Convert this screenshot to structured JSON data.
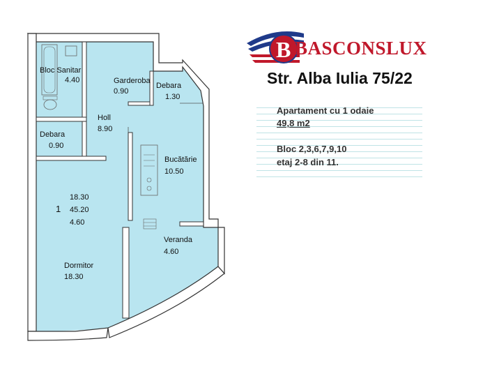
{
  "brand": {
    "name": "BASCONSLUX",
    "initial": "B",
    "color": "#c0182b",
    "accent": "#1f3a8a"
  },
  "address": "Str. Alba Iulia 75/22",
  "info": {
    "apartment_type": "Apartament cu 1 odaie",
    "total_area": "49,8 m2",
    "blocks": "Bloc 2,3,6,7,9,10",
    "floors": "etaj 2-8 din 11."
  },
  "rooms": {
    "bloc_sanitar": {
      "label": "Bloc Sanitar",
      "area": "4.40"
    },
    "garderoba": {
      "label": "Garderoba",
      "area": "0.90"
    },
    "debara_kitchen": {
      "label": "Debara",
      "area": "1.30"
    },
    "holl": {
      "label": "Holl",
      "area": "8.90"
    },
    "debara_left": {
      "label": "Debara",
      "area": "0.90"
    },
    "bucatarie": {
      "label": "Bucătărie",
      "area": "10.50"
    },
    "summary": {
      "room_count": "1",
      "living": "18.30",
      "total": "45.20",
      "balcony": "4.60"
    },
    "veranda": {
      "label": "Veranda",
      "area": "4.60"
    },
    "dormitor": {
      "label": "Dormitor",
      "area": "18.30"
    }
  },
  "colors": {
    "floor": "#b9e5f0",
    "wall": "#ffffff",
    "wall_stroke": "#333333",
    "info_lines": "#bfe3e6"
  }
}
